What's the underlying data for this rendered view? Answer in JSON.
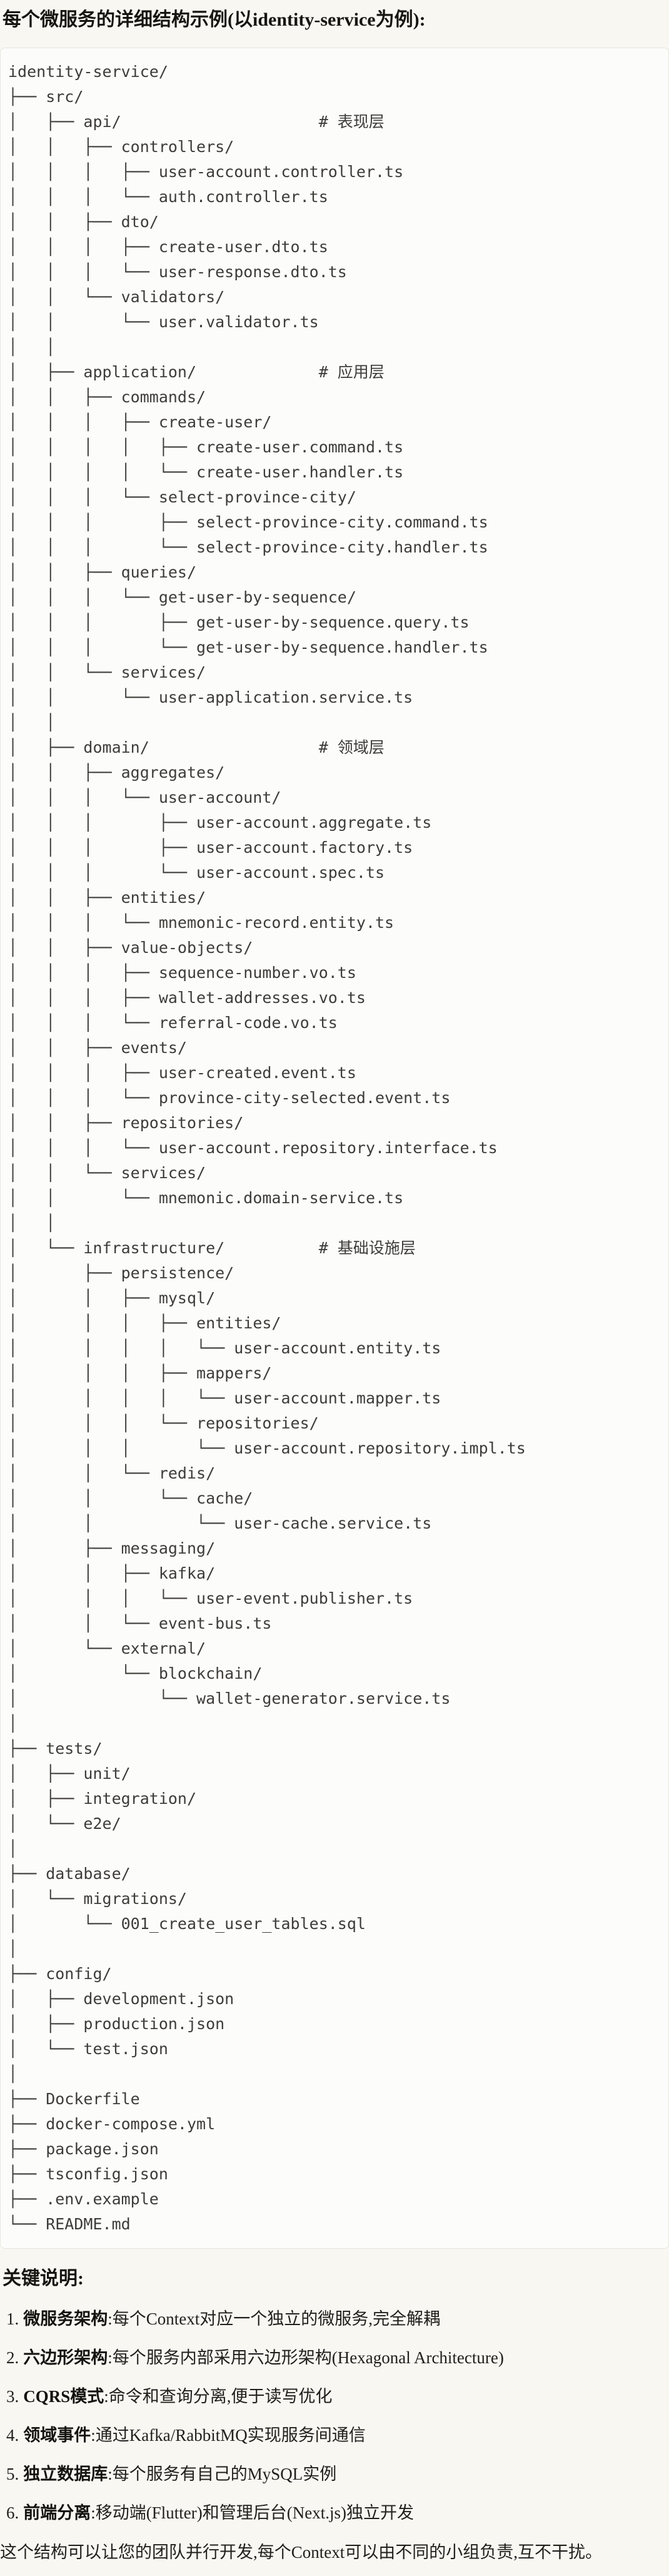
{
  "page": {
    "title": "每个微服务的详细结构示例(以identity-service为例):"
  },
  "colors": {
    "page_bg": "#f8f7f2",
    "code_block_bg": "#fcfcfa",
    "code_block_border": "#e7e5dd",
    "code_text": "#3d3c38",
    "heading_text": "#16150f",
    "body_text": "#21201c"
  },
  "code_block": {
    "lines": [
      "identity-service/",
      "├── src/",
      "│   ├── api/                     # 表现层",
      "│   │   ├── controllers/",
      "│   │   │   ├── user-account.controller.ts",
      "│   │   │   └── auth.controller.ts",
      "│   │   ├── dto/",
      "│   │   │   ├── create-user.dto.ts",
      "│   │   │   └── user-response.dto.ts",
      "│   │   └── validators/",
      "│   │       └── user.validator.ts",
      "│   │",
      "│   ├── application/             # 应用层",
      "│   │   ├── commands/",
      "│   │   │   ├── create-user/",
      "│   │   │   │   ├── create-user.command.ts",
      "│   │   │   │   └── create-user.handler.ts",
      "│   │   │   └── select-province-city/",
      "│   │   │       ├── select-province-city.command.ts",
      "│   │   │       └── select-province-city.handler.ts",
      "│   │   ├── queries/",
      "│   │   │   └── get-user-by-sequence/",
      "│   │   │       ├── get-user-by-sequence.query.ts",
      "│   │   │       └── get-user-by-sequence.handler.ts",
      "│   │   └── services/",
      "│   │       └── user-application.service.ts",
      "│   │",
      "│   ├── domain/                  # 领域层",
      "│   │   ├── aggregates/",
      "│   │   │   └── user-account/",
      "│   │   │       ├── user-account.aggregate.ts",
      "│   │   │       ├── user-account.factory.ts",
      "│   │   │       └── user-account.spec.ts",
      "│   │   ├── entities/",
      "│   │   │   └── mnemonic-record.entity.ts",
      "│   │   ├── value-objects/",
      "│   │   │   ├── sequence-number.vo.ts",
      "│   │   │   ├── wallet-addresses.vo.ts",
      "│   │   │   └── referral-code.vo.ts",
      "│   │   ├── events/",
      "│   │   │   ├── user-created.event.ts",
      "│   │   │   └── province-city-selected.event.ts",
      "│   │   ├── repositories/",
      "│   │   │   └── user-account.repository.interface.ts",
      "│   │   └── services/",
      "│   │       └── mnemonic.domain-service.ts",
      "│   │",
      "│   └── infrastructure/          # 基础设施层",
      "│       ├── persistence/",
      "│       │   ├── mysql/",
      "│       │   │   ├── entities/",
      "│       │   │   │   └── user-account.entity.ts",
      "│       │   │   ├── mappers/",
      "│       │   │   │   └── user-account.mapper.ts",
      "│       │   │   └── repositories/",
      "│       │   │       └── user-account.repository.impl.ts",
      "│       │   └── redis/",
      "│       │       └── cache/",
      "│       │           └── user-cache.service.ts",
      "│       ├── messaging/",
      "│       │   ├── kafka/",
      "│       │   │   └── user-event.publisher.ts",
      "│       │   └── event-bus.ts",
      "│       └── external/",
      "│           └── blockchain/",
      "│               └── wallet-generator.service.ts",
      "│",
      "├── tests/",
      "│   ├── unit/",
      "│   ├── integration/",
      "│   └── e2e/",
      "│",
      "├── database/",
      "│   └── migrations/",
      "│       └── 001_create_user_tables.sql",
      "│",
      "├── config/",
      "│   ├── development.json",
      "│   ├── production.json",
      "│   └── test.json",
      "│",
      "├── Dockerfile",
      "├── docker-compose.yml",
      "├── package.json",
      "├── tsconfig.json",
      "├── .env.example",
      "└── README.md"
    ]
  },
  "notes": {
    "heading": "关键说明:",
    "items": [
      {
        "num": "1.",
        "term": "微服务架构",
        "text": ":每个Context对应一个独立的微服务,完全解耦"
      },
      {
        "num": "2.",
        "term": "六边形架构",
        "text": ":每个服务内部采用六边形架构(Hexagonal Architecture)"
      },
      {
        "num": "3.",
        "term": "CQRS模式",
        "text": ":命令和查询分离,便于读写优化"
      },
      {
        "num": "4.",
        "term": "领域事件",
        "text": ":通过Kafka/RabbitMQ实现服务间通信"
      },
      {
        "num": "5.",
        "term": "独立数据库",
        "text": ":每个服务有自己的MySQL实例"
      },
      {
        "num": "6.",
        "term": "前端分离",
        "text": ":移动端(Flutter)和管理后台(Next.js)独立开发"
      }
    ],
    "footer": "这个结构可以让您的团队并行开发,每个Context可以由不同的小组负责,互不干扰。"
  }
}
